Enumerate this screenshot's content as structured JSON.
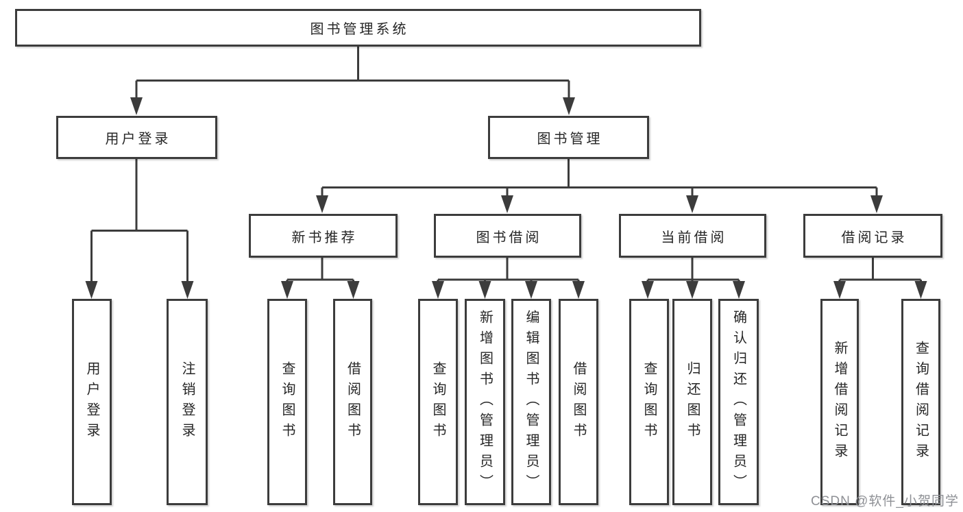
{
  "tree": {
    "root": "图书管理系统",
    "level2": [
      "用户登录",
      "图书管理"
    ],
    "level3": [
      "新书推荐",
      "图书借阅",
      "当前借阅",
      "借阅记录"
    ],
    "leaves": [
      "用户登录",
      "注销登录",
      "查询图书",
      "借阅图书",
      "查询图书",
      "新增图书（管理员）",
      "编辑图书（管理员）",
      "借阅图书",
      "查询图书",
      "归还图书",
      "确认归还（管理员）",
      "新增借阅记录",
      "查询借阅记录"
    ]
  },
  "watermark": "CSDN @软件_小贺同学",
  "colors": {
    "line": "#3c3c3c",
    "text": "#262626",
    "watermark": "#8e9095",
    "background": "#ffffff"
  }
}
